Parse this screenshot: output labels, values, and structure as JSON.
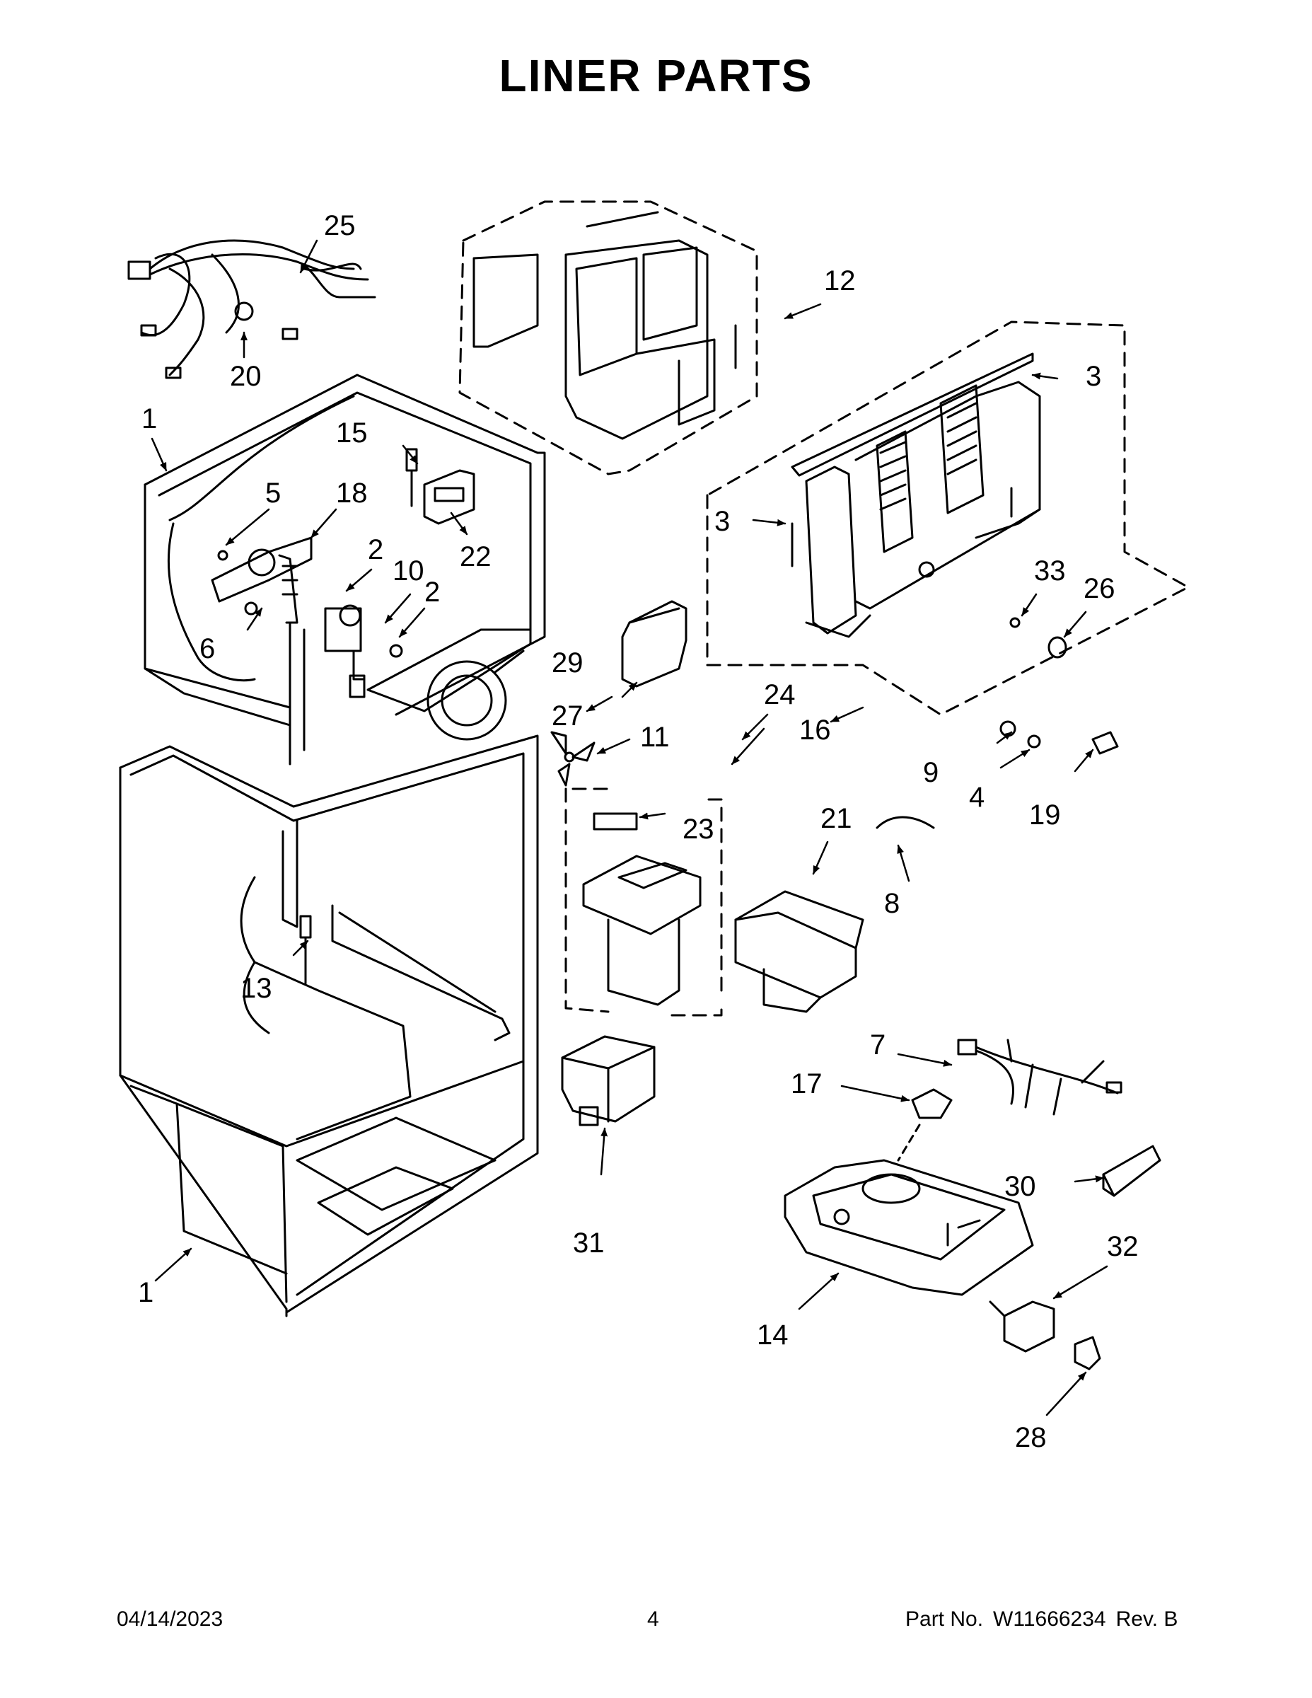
{
  "title": "LINER PARTS",
  "callouts": {
    "c1a": "1",
    "c1b": "1",
    "c2a": "2",
    "c2b": "2",
    "c3a": "3",
    "c3b": "3",
    "c4": "4",
    "c5": "5",
    "c6": "6",
    "c7": "7",
    "c8": "8",
    "c9": "9",
    "c10": "10",
    "c11": "11",
    "c12": "12",
    "c13": "13",
    "c14": "14",
    "c15": "15",
    "c16": "16",
    "c17": "17",
    "c18": "18",
    "c19": "19",
    "c20": "20",
    "c21": "21",
    "c22": "22",
    "c23": "23",
    "c24": "24",
    "c25": "25",
    "c26": "26",
    "c27": "27",
    "c28": "28",
    "c29": "29",
    "c30": "30",
    "c31": "31",
    "c32": "32",
    "c33": "33"
  },
  "footer": {
    "date": "04/14/2023",
    "page": "4",
    "part_label": "Part No.",
    "part_number": "W11666234",
    "revision": "Rev. B"
  }
}
